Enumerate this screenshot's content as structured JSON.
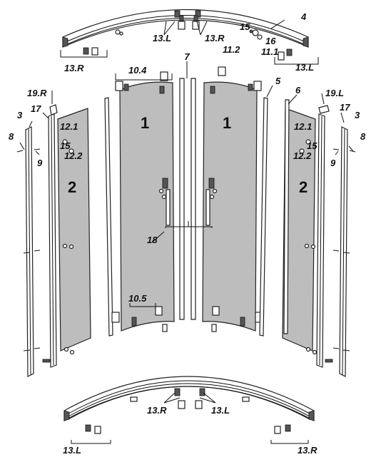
{
  "labels": {
    "glass_door": "1",
    "glass_fixed": "2",
    "wall_profile": "3",
    "top_track": "4",
    "seal_5": "5",
    "seal_6": "6",
    "seal_7": "7",
    "screw_8": "8",
    "plug_9": "9",
    "roller_top": "10.4",
    "roller_bottom": "10.5",
    "part_11_1": "11.1",
    "part_11_2": "11.2",
    "part_12_1": "12.1",
    "part_12_2": "12.2",
    "part_13_L": "13.L",
    "part_13_R": "13.R",
    "part_15": "15",
    "part_16": "16",
    "part_17": "17",
    "handle": "18",
    "cap_19_R": "19.R",
    "cap_19_L": "19.L"
  }
}
